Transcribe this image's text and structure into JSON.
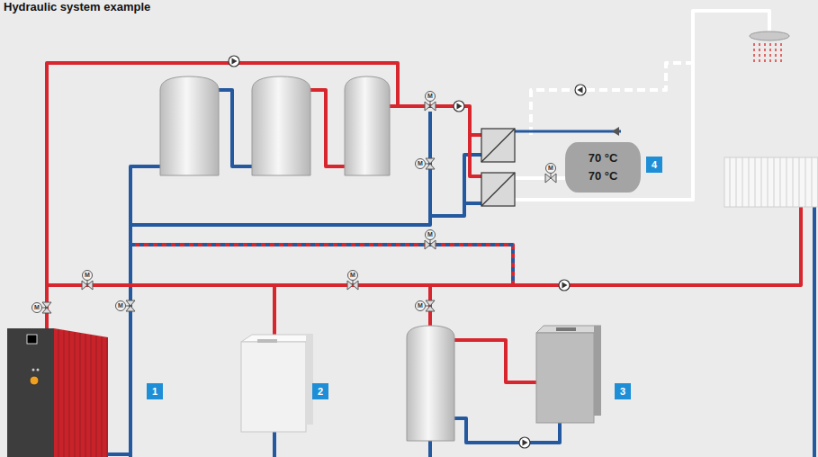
{
  "diagram": {
    "title": "Hydraulic system example",
    "nodes": [
      {
        "text": [
          "70 °C",
          "70 °C"
        ]
      },
      {
        "text": [
          "4"
        ]
      },
      {
        "text": [
          "1"
        ]
      },
      {
        "text": [
          "2"
        ]
      },
      {
        "text": [
          "3"
        ]
      }
    ],
    "labels": [
      "M",
      "M",
      "M",
      "M",
      "M",
      "M",
      "M",
      "M",
      "M"
    ]
  }
}
